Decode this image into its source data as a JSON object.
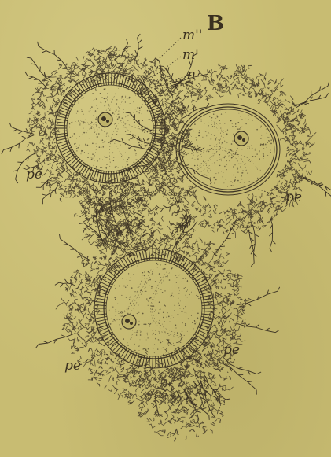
{
  "figure": {
    "letter": "B",
    "labels": {
      "m2": "m''",
      "m1": "m'",
      "n": "n",
      "pe_left": "pe",
      "pe_right": "pe",
      "pe_lower_left": "pe",
      "pe_lower_right": "pe"
    },
    "ink_color": "#3c3324",
    "paper_color": "#c8bc72"
  }
}
